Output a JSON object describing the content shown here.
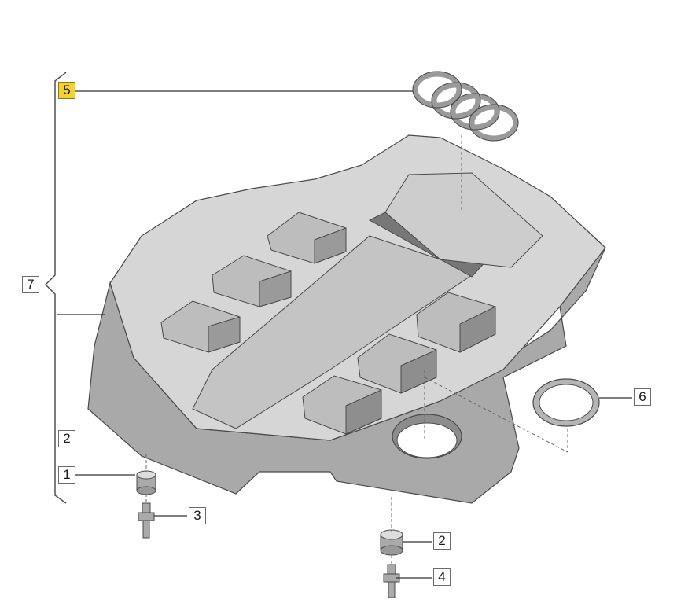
{
  "colors": {
    "cover_top": "#d6d6d6",
    "cover_side": "#a9a9a9",
    "cover_dark": "#8c8c8c",
    "outline": "#4a4a4a",
    "leader_line": "#333333",
    "callout_highlight": "#f3d22c"
  },
  "callouts": {
    "logo_rings": "5",
    "bracket_group": "7",
    "bracket_grommet": "2",
    "grommet_left": "1",
    "bolt_left": "3",
    "seal_ring": "6",
    "grommet_right": "2",
    "bolt_right": "4"
  }
}
